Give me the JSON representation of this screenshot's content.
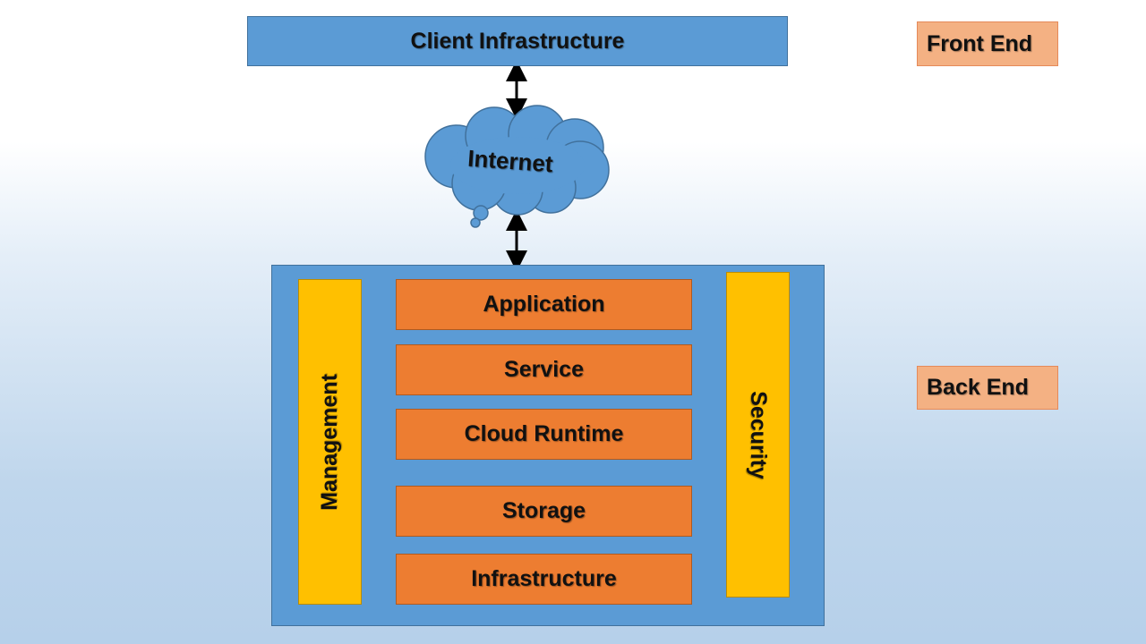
{
  "diagram": {
    "client": "Client Infrastructure",
    "internet": "Internet",
    "front_end": "Front End",
    "back_end": "Back End",
    "management": "Management",
    "security": "Security",
    "layers": [
      "Application",
      "Service",
      "Cloud Runtime",
      "Storage",
      "Infrastructure"
    ]
  },
  "colors": {
    "client_fill": "#5b9bd5",
    "backend_panel": "#5b9bd5",
    "layer_fill": "#ed7d31",
    "side_fill": "#ffc000",
    "tag_fill": "#f4b183",
    "arrow": "#000000"
  }
}
